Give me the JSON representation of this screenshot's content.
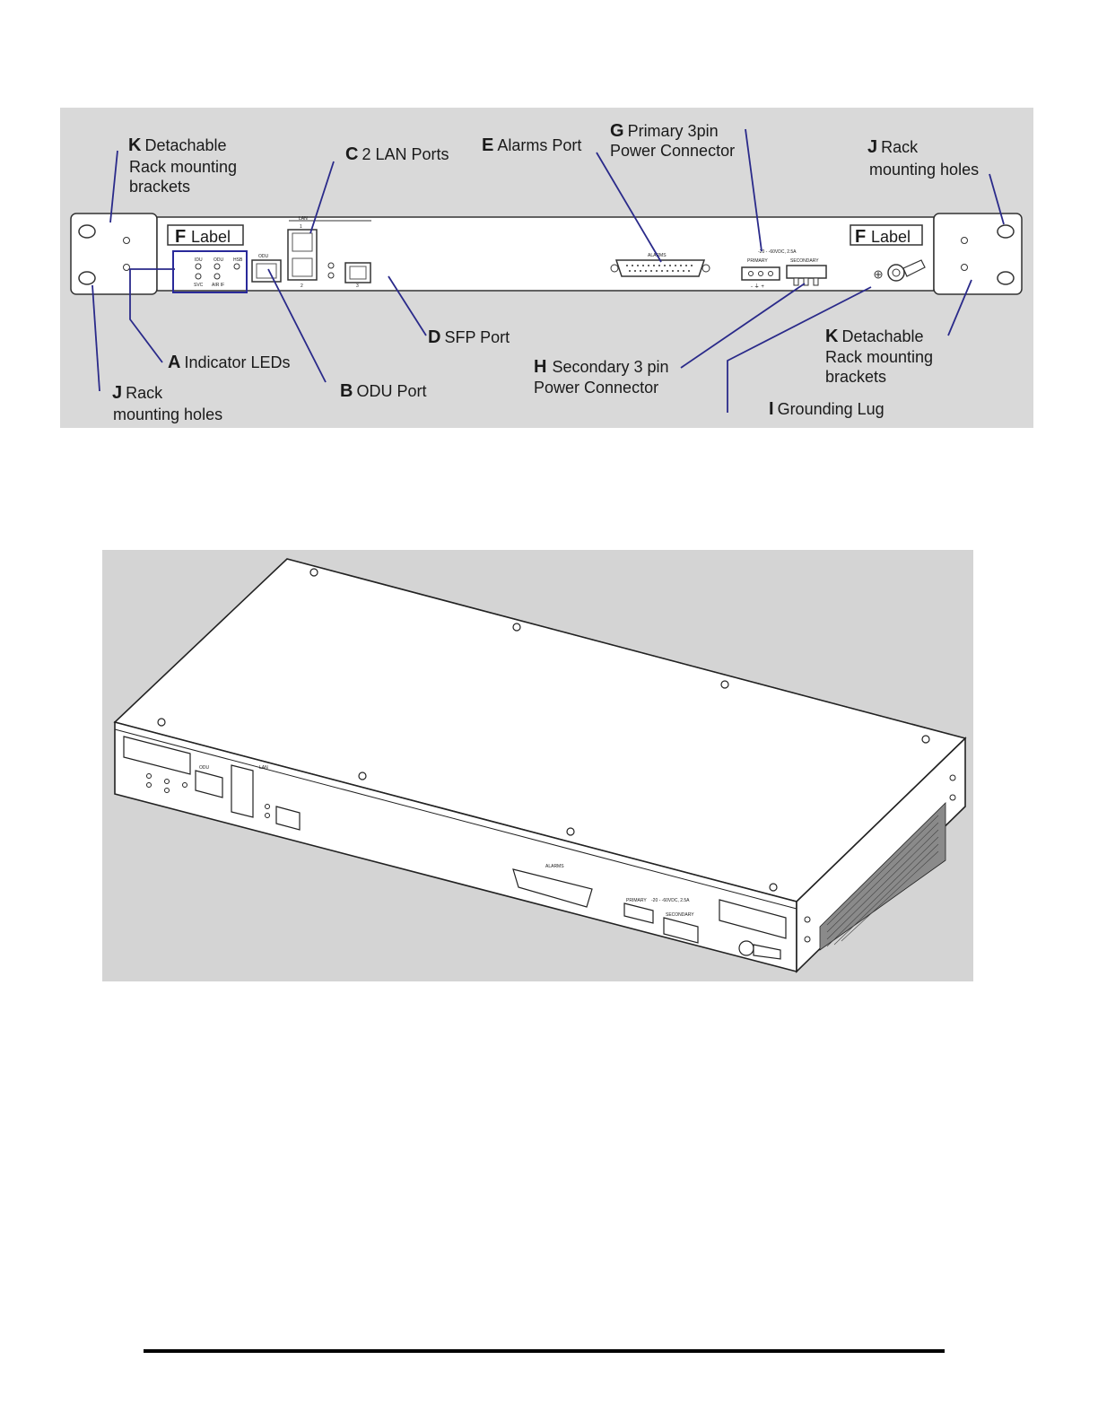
{
  "front_panel": {
    "callouts": {
      "K_top": {
        "letter": "K",
        "line1": "Detachable",
        "line2": "Rack mounting",
        "line3": "brackets"
      },
      "C": {
        "letter": "C",
        "text": "2 LAN Ports"
      },
      "E": {
        "letter": "E",
        "text": "Alarms Port"
      },
      "G": {
        "letter": "G",
        "line1": "Primary 3pin",
        "line2": "Power Connector"
      },
      "J_top": {
        "letter": "J",
        "line1": "Rack",
        "line2": "mounting holes"
      },
      "F_left": {
        "letter": "F",
        "text": "Label"
      },
      "F_right": {
        "letter": "F",
        "text": "Label"
      },
      "A": {
        "letter": "A",
        "text": "Indicator LEDs"
      },
      "D": {
        "letter": "D",
        "text": "SFP Port"
      },
      "H": {
        "letter": "H",
        "line1": "Secondary 3 pin",
        "line2": "Power Connector"
      },
      "K_bottom": {
        "letter": "K",
        "line1": "Detachable",
        "line2": "Rack mounting",
        "line3": "brackets"
      },
      "J_bottom": {
        "letter": "J",
        "line1": "Rack",
        "line2": "mounting holes"
      },
      "B": {
        "letter": "B",
        "text": "ODU Port"
      },
      "I": {
        "letter": "I",
        "text": "Grounding Lug"
      }
    },
    "panel_text": {
      "idu": "IDU",
      "odu": "ODU",
      "hsb": "HSB",
      "svc": "SVC",
      "air_if": "AIR IF",
      "odu_port": "ODU",
      "lan": "LAN",
      "lan1": "1",
      "lan2": "2",
      "sfp": "3",
      "alarms": "ALARMS",
      "power_rating": "-20 - -60VDC, 2.5A",
      "primary": "PRIMARY",
      "secondary": "SECONDARY",
      "polarity": "- ⏚ +"
    }
  },
  "iso_view": {
    "panel_text": {
      "lan": "LAN",
      "odu": "ODU",
      "alarms": "ALARMS",
      "power_rating": "-20 - -60VDC, 2.5A",
      "primary": "PRIMARY",
      "secondary": "SECONDARY"
    }
  },
  "colors": {
    "figure_background": "#d8d8d8",
    "callout_line": "#2a2a8a",
    "device_stroke": "#222222"
  }
}
